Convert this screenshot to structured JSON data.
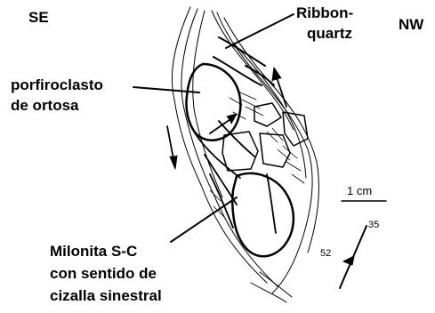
{
  "orientation": {
    "left": "SE",
    "right": "NW"
  },
  "labels": {
    "ribbon_line1": "Ribbon-",
    "ribbon_line2": "quartz",
    "porfiroclasto_line1": "porfiroclasto",
    "porfiroclasto_line2": "de ortosa",
    "milonita_line1": "Milonita S-C",
    "milonita_line2": "con sentido de",
    "milonita_line3": "cizalla sinestral"
  },
  "scale_bar": {
    "label": "1 cm"
  },
  "strike_dip": {
    "strike": "35",
    "dip": "52"
  },
  "colors": {
    "ink": "#000000",
    "background": "#ffffff"
  }
}
